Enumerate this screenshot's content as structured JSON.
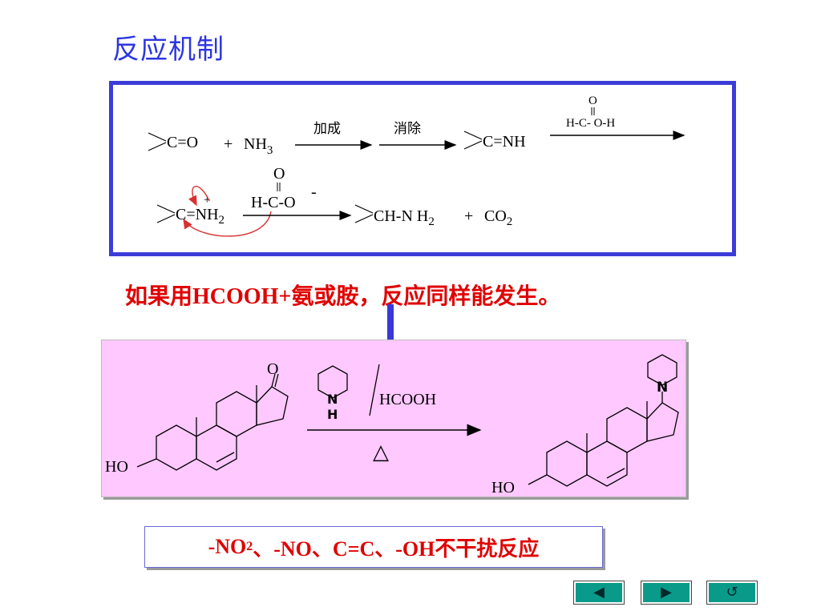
{
  "slide": {
    "title": "反应机制",
    "note_zh_1": "如果用",
    "note_latin": "HCOOH+",
    "note_zh_2": "氨或胺，反应同样能发生。",
    "footer_prefix": "-NO",
    "footer_sub": "2",
    "footer_rest": "、-NO、C=C、-OH",
    "footer_zh": "不干扰反应"
  },
  "mechanism": {
    "line1": {
      "reactant": "C=O",
      "plus1": "+",
      "nh": "NH",
      "nh_sub": "3",
      "arrow1_label": "加成",
      "arrow2_label": "消除",
      "imine": "C=NH",
      "formic_o": "O",
      "formic_formula": "H-C- O-H"
    },
    "line2": {
      "plus_charge": "+",
      "iminium": "C=NH",
      "iminium_sub": "2",
      "formate_o": "O",
      "formate_formula": "H-C-O",
      "formate_charge": "-",
      "product": "CH-N H",
      "product_sub": "2",
      "plus2": "+",
      "co": "CO",
      "co_sub": "2"
    }
  },
  "steroid_reaction": {
    "ketone_o": "O",
    "methyl": "",
    "ho_left": "HO",
    "piperidine_n": "N",
    "piperidine_h": "H",
    "reagent": "HCOOH",
    "heat_symbol": "△",
    "product_n": "N",
    "ho_right": "HO"
  },
  "colors": {
    "title": "#2d36e0",
    "box_border": "#3c3cd8",
    "note_red": "#e00000",
    "pink": "#ffc8ff",
    "blue_arrow": "#3838d8",
    "curved_arrow": "#d83030",
    "nav": "#0a9a8a"
  },
  "nav": {
    "prev_icon": "triangle-left-icon",
    "next_icon": "triangle-right-icon",
    "return_icon": "return-icon"
  }
}
